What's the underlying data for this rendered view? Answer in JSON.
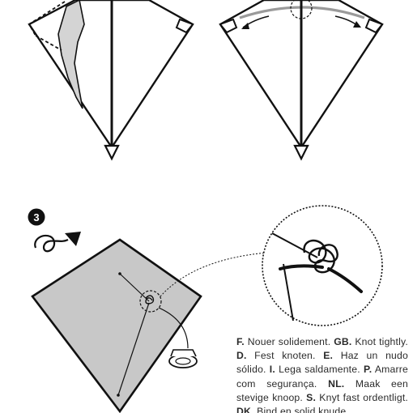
{
  "step": {
    "number": "3"
  },
  "instructions": [
    {
      "code": "F.",
      "text": " Nouer solidement. "
    },
    {
      "code": "GB.",
      "text": " Knot tightly. "
    },
    {
      "code": "D.",
      "text": " Fest knoten. "
    },
    {
      "code": "E.",
      "text": " Haz un nudo sólido. "
    },
    {
      "code": "I.",
      "text": " Lega saldamente. "
    },
    {
      "code": "P.",
      "text": " Amarre com segurança. "
    },
    {
      "code": "NL.",
      "text": " Maak een stevige knoop. "
    },
    {
      "code": "S.",
      "text": " Knyt fast ordentligt. "
    },
    {
      "code": "DK.",
      "text": " Bind en solid knude."
    }
  ],
  "colors": {
    "ink": "#111111",
    "kite_fill": "#c8c8c8",
    "fold_fill": "#d4d4d4",
    "text": "#2a2a2a",
    "arc_gray": "#9a9a9a"
  }
}
